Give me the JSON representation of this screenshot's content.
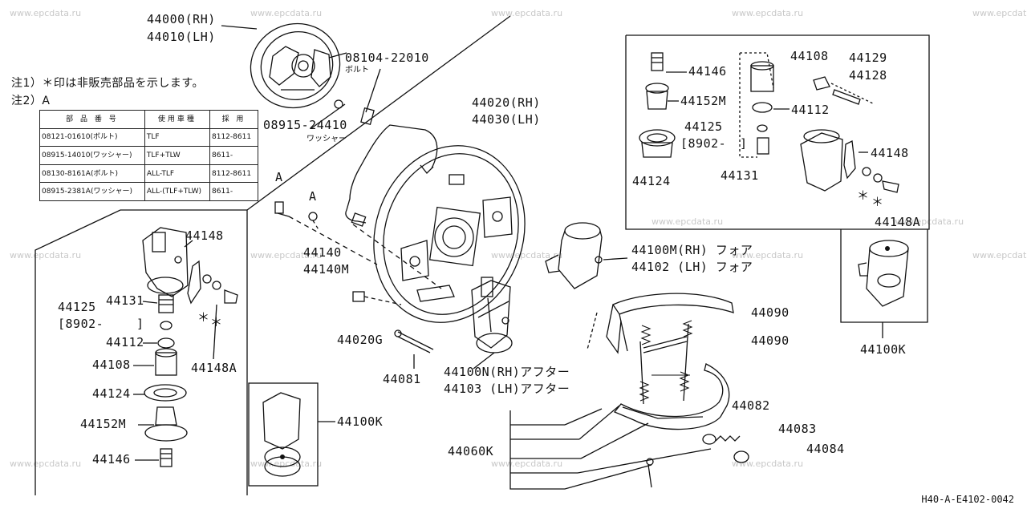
{
  "watermark": "www.epcdata.ru",
  "notes": {
    "note1": "注1）＊印は非販売部品を示します。",
    "note2": "注2）A"
  },
  "spec_table": {
    "headers": [
      "部 品 番 号",
      "使用車種",
      "採 用"
    ],
    "rows": [
      [
        "08121-01610(ボルト)",
        "TLF",
        "8112-8611"
      ],
      [
        "08915-14010(ワッシャー)",
        "TLF+TLW",
        "8611-"
      ],
      [
        "08130-8161A(ボルト)",
        "ALL-TLF",
        "8112-8611"
      ],
      [
        "08915-2381A(ワッシャー)",
        "ALL-(TLF+TLW)",
        "8611-"
      ]
    ]
  },
  "labels": {
    "p44000": "44000(RH)",
    "p44010": "44010(LH)",
    "p08104": "08104-22010",
    "bolt": "ボルト",
    "p08915": "08915-24410",
    "washer": "ワッシャー",
    "p44020": "44020(RH)",
    "p44030": "44030(LH)",
    "a1": "A",
    "a2": "A",
    "p44140": "44140",
    "p44140m": "44140M",
    "p44020g": "44020G",
    "p44081": "44081",
    "p44100n": "44100N(RH)アフター",
    "p44103": "44103 (LH)アフター",
    "p44100m": "44100M(RH) フォア",
    "p44102": "44102 (LH) フォア",
    "p44090a": "44090",
    "p44090b": "44090",
    "p44082": "44082",
    "p44083": "44083",
    "p44084": "44084",
    "p44060k": "44060K",
    "p44100k_mid": "44100K",
    "p44100k_right": "44100K",
    "l44148": "44148",
    "l44131": "44131",
    "l44125": "44125",
    "l8902": "[8902-",
    "lbracket": "]",
    "l44112": "44112",
    "l44108": "44108",
    "l44124": "44124",
    "l44152m": "44152M",
    "l44146": "44146",
    "l44148a": "44148A",
    "r44108": "44108",
    "r44129": "44129",
    "r44128": "44128",
    "r44146": "44146",
    "r44152m": "44152M",
    "r44112": "44112",
    "r44125": "44125",
    "r8902": "[8902-",
    "rbracket": "]",
    "r44148": "44148",
    "r44124": "44124",
    "r44131": "44131",
    "r44148a": "44148A",
    "star1": "＊",
    "star2": "＊",
    "star3": "＊",
    "star4": "＊"
  },
  "drawing_code": "H40-A-E4102-0042"
}
